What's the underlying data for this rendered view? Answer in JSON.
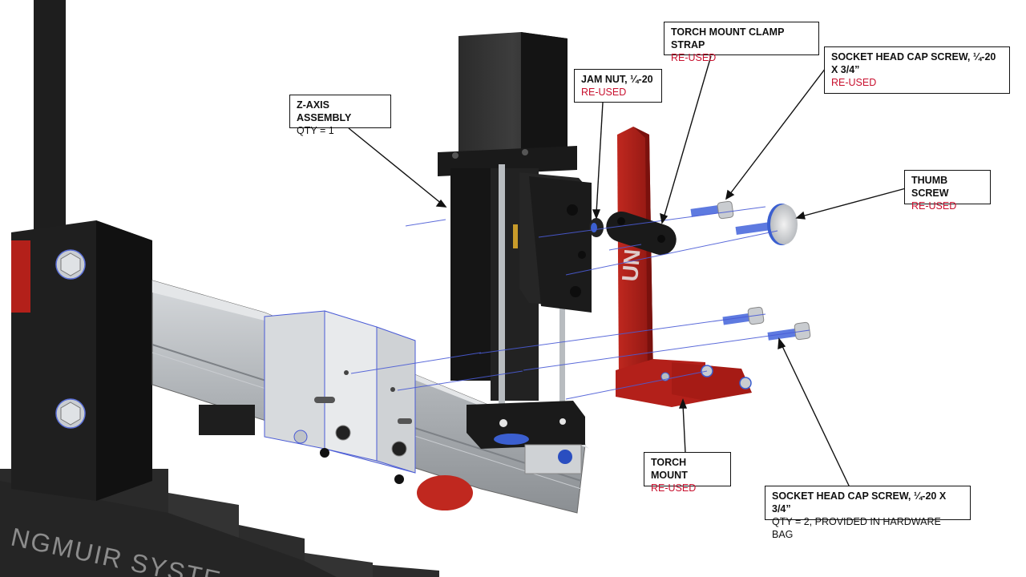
{
  "colors": {
    "reused": "#c8102e",
    "text": "#111111",
    "leader_line": "#111111",
    "axis_line": "#4a5bd6",
    "frame_black": "#1a1a1a",
    "rail_silver": "#b8bcc0",
    "torch_red": "#b3201a"
  },
  "callouts": {
    "z_axis": {
      "title": "Z-AXIS ASSEMBLY",
      "sub": "QTY = 1"
    },
    "jam_nut": {
      "title": "JAM NUT, ¼-20",
      "sub": "RE-USED"
    },
    "clamp_strap": {
      "title": "TORCH MOUNT CLAMP STRAP",
      "sub": "RE-USED"
    },
    "socket_top": {
      "title": "SOCKET HEAD CAP SCREW, ¼-20 X 3/4”",
      "sub": "RE-USED"
    },
    "thumb_screw": {
      "title": "THUMB SCREW",
      "sub": "RE-USED"
    },
    "torch_mount": {
      "title": "TORCH MOUNT",
      "sub": "RE-USED"
    },
    "socket_bottom": {
      "title": "SOCKET HEAD CAP SCREW, ¼-20 X 3/4”",
      "sub": "QTY = 2, PROVIDED IN HARDWARE BAG"
    }
  },
  "brand_text": "NGMUIR SYSTE"
}
